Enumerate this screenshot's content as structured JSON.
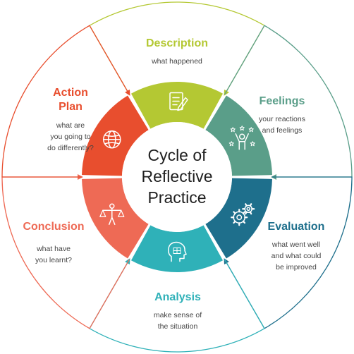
{
  "center": {
    "lines": [
      "Cycle of",
      "Reflective",
      "Practice"
    ]
  },
  "colors": {
    "description": "#b4c833",
    "feelings": "#5a9e89",
    "evaluation": "#1e6f8c",
    "analysis": "#2fb1b8",
    "conclusion": "#ee6a55",
    "action_plan": "#e84e2e",
    "text": "#1f1f1f"
  },
  "stages": [
    {
      "key": "description",
      "title_lines": [
        "Description"
      ],
      "desc_lines": [
        "what happened"
      ],
      "icon": "document-pen-icon"
    },
    {
      "key": "feelings",
      "title_lines": [
        "Feelings"
      ],
      "desc_lines": [
        "your reactions",
        "and feelings"
      ],
      "icon": "celebrating-person-stars-icon"
    },
    {
      "key": "evaluation",
      "title_lines": [
        "Evaluation"
      ],
      "desc_lines": [
        "what went well",
        "and what could",
        "be improved"
      ],
      "icon": "gears-icon"
    },
    {
      "key": "analysis",
      "title_lines": [
        "Analysis"
      ],
      "desc_lines": [
        "make sense of",
        "the situation"
      ],
      "icon": "head-puzzle-icon"
    },
    {
      "key": "conclusion",
      "title_lines": [
        "Conclusion"
      ],
      "desc_lines": [
        "what have",
        "you learnt?"
      ],
      "icon": "person-scales-icon"
    },
    {
      "key": "action_plan",
      "title_lines": [
        "Action",
        "Plan"
      ],
      "desc_lines": [
        "what are",
        "you going to",
        "do differently?"
      ],
      "icon": "globe-icon"
    }
  ]
}
